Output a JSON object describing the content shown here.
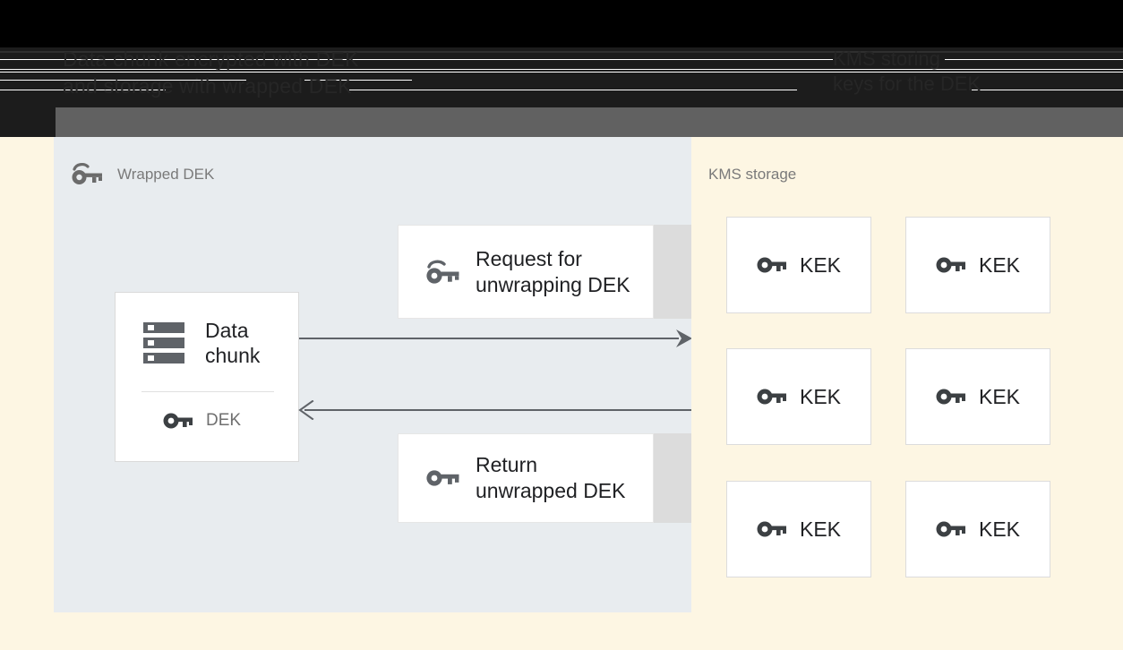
{
  "header": {
    "title": "Data chunk encrypted with DEK",
    "subtitle": "KMS storing\nkeys for the DEK",
    "title_line2": "and storage with wrapped DEK"
  },
  "diagram": {
    "left_panel": {
      "label": "Wrapped DEK",
      "label_icon": "wrapped-key-icon",
      "data_chunk_card": {
        "icon": "storage-icon",
        "title": "Data\nchunk",
        "key_icon": "key-icon",
        "key_label": "DEK"
      },
      "messages": [
        {
          "icon": "wrapped-key-icon",
          "text": "Request for\nunwrapping DEK"
        },
        {
          "icon": "key-icon",
          "text": "Return\nunwrapped DEK"
        }
      ],
      "arrows": [
        {
          "name": "request-arrow",
          "direction": "right"
        },
        {
          "name": "response-arrow",
          "direction": "left"
        }
      ]
    },
    "right_panel": {
      "label": "KMS storage",
      "keys": [
        {
          "icon": "key-icon",
          "label": "KEK"
        },
        {
          "icon": "key-icon",
          "label": "KEK"
        },
        {
          "icon": "key-icon",
          "label": "KEK"
        },
        {
          "icon": "key-icon",
          "label": "KEK"
        },
        {
          "icon": "key-icon",
          "label": "KEK"
        },
        {
          "icon": "key-icon",
          "label": "KEK"
        }
      ]
    }
  },
  "colors": {
    "left_panel_bg": "#e8ecef",
    "right_panel_bg": "#fdf6e3",
    "card_bg": "#ffffff",
    "card_shadow": "#dcdcdc",
    "icon": "#5f6368",
    "text": "#202124",
    "muted_text": "#7a7a7a",
    "arrow": "#5f6368",
    "header_band": "#616161"
  }
}
